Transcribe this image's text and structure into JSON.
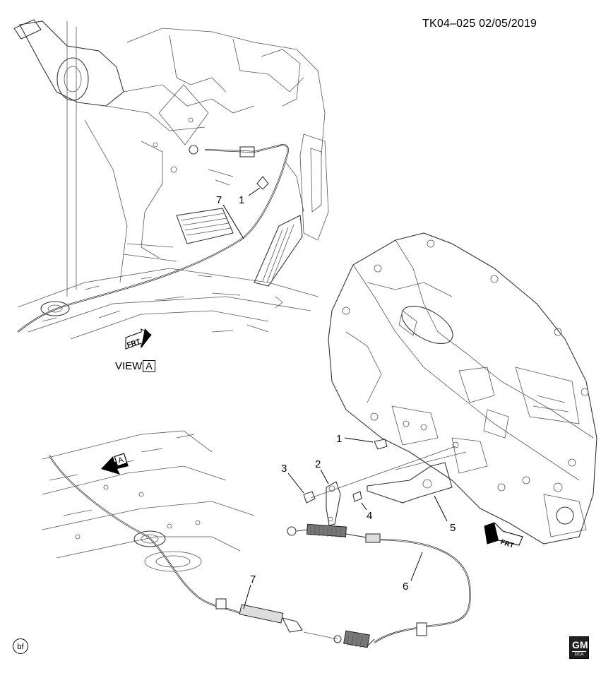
{
  "header": {
    "doc_id": "TK04–025  02/05/2019"
  },
  "view": {
    "prefix": "VIEW",
    "letter": "A"
  },
  "view_pointer": {
    "letter": "A"
  },
  "callouts": {
    "c1_top": "1",
    "c7_top": "7",
    "c1_bottom": "1",
    "c2": "2",
    "c3": "3",
    "c4": "4",
    "c5": "5",
    "c6": "6",
    "c7_bottom": "7"
  },
  "direction_arrows": {
    "top": "FRT",
    "right": "FRT"
  },
  "footer": {
    "artist_mark": "bf",
    "logo_text": "GM",
    "logo_sub": "DCA"
  }
}
